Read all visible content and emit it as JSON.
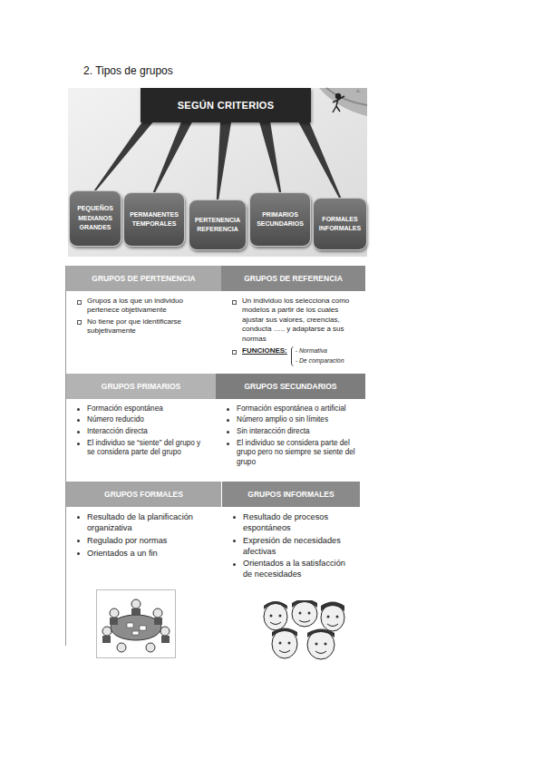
{
  "diagram": {
    "title": "2. Tipos de grupos",
    "nodes": [
      {
        "text": [
          "SEGÚN CRITERIOS"
        ]
      },
      {
        "text": [
          "PEQUEÑOS MEDIANOS GRANDES"
        ]
      },
      {
        "text": [
          "PERMANENTES TEMPORALES"
        ]
      },
      {
        "text": [
          "PERTENENCIA REFERENCIA"
        ]
      },
      {
        "text": [
          "PRIMARIOS SECUNDARIOS"
        ]
      },
      {
        "text": [
          "FORMALES INFORMALES"
        ]
      },
      {
        "text": [
          "GRUPOS DE PERTENENCIA",
          "Grupos a los que un individuo pertenece objetivamente",
          "No tiene por que identificarse subjetivamente"
        ]
      },
      {
        "text": [
          "GRUPOS DE REFERENCIA",
          "Un individuo los selecciona como modelos a partir de los cuales ajustar sus valores, creencias, conducta ….. y adaptarse a sus normas",
          "FUNCIONES:",
          "- Normativa",
          "- De comparación"
        ]
      },
      {
        "text": [
          "GRUPOS PRIMARIOS",
          "Formación espontánea",
          "Número reducido",
          "Interacción directa",
          "El individuo se “siente” del grupo y se considera parte del grupo"
        ]
      },
      {
        "text": [
          "GRUPOS SECUNDARIOS",
          "Formación espontánea o artificial",
          "Número amplio o sin límites",
          "Sin interacción directa",
          "El individuo se considera parte del grupo pero no siempre se siente del grupo"
        ]
      },
      {
        "text": [
          "GRUPOS FORMALES",
          "Resultado de la planificación organizativa",
          "Regulado por normas",
          "Orientados a un fin"
        ]
      },
      {
        "text": [
          "GRUPOS INFORMALES",
          "Resultado de procesos espontáneos",
          "Expresión de necesidades afectivas",
          "Orientados a la satisfacción de necesidades"
        ]
      }
    ],
    "edges": [
      {
        "from": 0,
        "to": 1,
        "arrow": "none"
      },
      {
        "from": 0,
        "to": 2,
        "arrow": "none"
      },
      {
        "from": 0,
        "to": 3,
        "arrow": "none"
      },
      {
        "from": 0,
        "to": 4,
        "arrow": "none"
      },
      {
        "from": 0,
        "to": 5,
        "arrow": "none"
      }
    ]
  }
}
